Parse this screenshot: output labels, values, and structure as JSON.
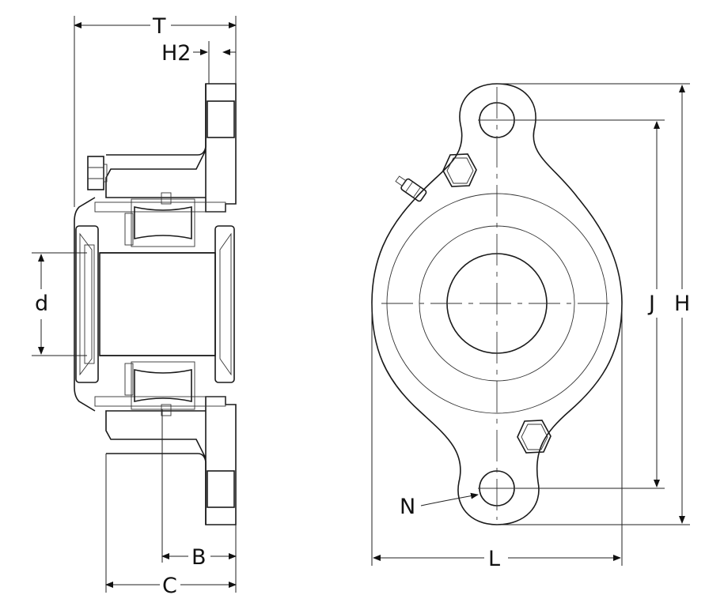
{
  "labels": {
    "T": "T",
    "H2": "H2",
    "d": "d",
    "B": "B",
    "C": "C",
    "J": "J",
    "H": "H",
    "N": "N",
    "L": "L"
  },
  "colors": {
    "line": "#1a1a1a",
    "background": "#ffffff"
  }
}
